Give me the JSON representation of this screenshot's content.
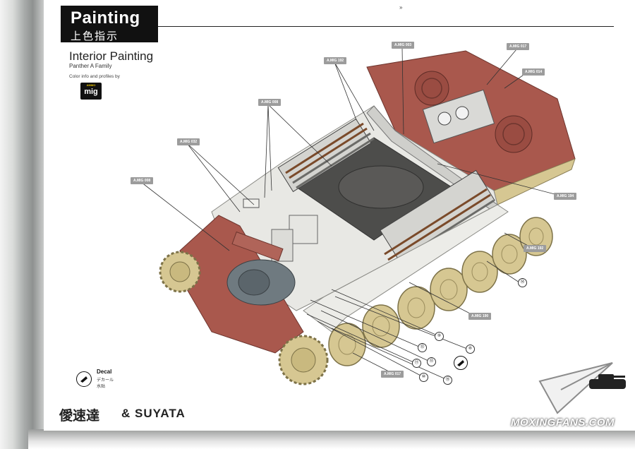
{
  "header": {
    "title_en": "Painting",
    "title_cn": "上色指示",
    "page_mark": "»"
  },
  "section": {
    "title": "Interior Painting",
    "subtitle": "Panther A Family",
    "color_info": "Color info and profiles by"
  },
  "mig_logo": {
    "top": "AMMO",
    "text": "mig"
  },
  "callouts": [
    {
      "id": "c1",
      "label": "A.MIG 003"
    },
    {
      "id": "c2",
      "label": "A.MIG 017"
    },
    {
      "id": "c3",
      "label": "A.MIG 192"
    },
    {
      "id": "c4",
      "label": "A.MIG 014"
    },
    {
      "id": "c5",
      "label": "A.MIG 008"
    },
    {
      "id": "c6",
      "label": "A.MIG 032"
    },
    {
      "id": "c7",
      "label": "A.MIG 008"
    },
    {
      "id": "c8",
      "label": "A.MIG 194"
    },
    {
      "id": "c9",
      "label": "A.MIG 192"
    },
    {
      "id": "c10",
      "label": "A.MIG 190"
    },
    {
      "id": "c11",
      "label": "A.MIG 017"
    }
  ],
  "part_numbers": [
    "⑭",
    "⑨",
    "⑧",
    "⑬",
    "⑫",
    "⑪",
    "⑩",
    "⑮"
  ],
  "decal": {
    "title": "Decal",
    "jp": "デカール",
    "cn": "水贴"
  },
  "brand": {
    "cn": "僾速達",
    "en": "& SUYATA"
  },
  "watermark": {
    "text": "MOXINGFANS.COM"
  },
  "colors": {
    "hull_red": "#a9584d",
    "hull_white": "#e8e8e4",
    "wheel_yellow": "#d6c792",
    "callout_grey": "#9c9c9c"
  }
}
